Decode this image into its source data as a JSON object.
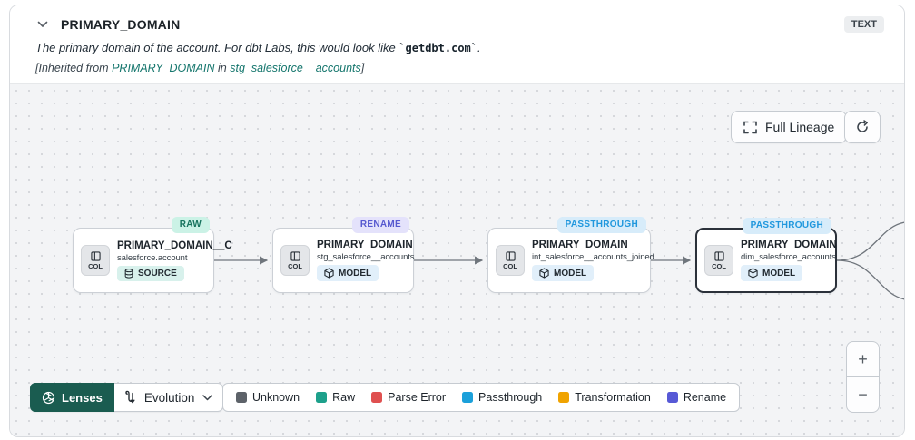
{
  "header": {
    "title": "PRIMARY_DOMAIN",
    "type_badge": "TEXT",
    "description": {
      "prefix": "The primary domain of the account. For dbt Labs, this would look like ",
      "code": "`getdbt.com`",
      "suffix": "."
    },
    "inherited": {
      "prefix": "[Inherited from ",
      "column_link": "PRIMARY_DOMAIN",
      "middle": " in ",
      "model_link": "stg_salesforce__accounts",
      "suffix": "]"
    }
  },
  "toolbar": {
    "full_lineage": "Full Lineage"
  },
  "nodes": [
    {
      "badge": "RAW",
      "badge_bg": "#cbf2e6",
      "badge_fg": "#17735e",
      "col_label": "COL",
      "title": "PRIMARY_DOMAIN__C",
      "subtitle": "salesforce.account",
      "type_label": "SOURCE",
      "type_bg": "#d8f1ec"
    },
    {
      "badge": "RENAME",
      "badge_bg": "#e4e2fb",
      "badge_fg": "#5658cf",
      "col_label": "COL",
      "title": "PRIMARY_DOMAIN",
      "subtitle": "stg_salesforce__accounts",
      "type_label": "MODEL",
      "type_bg": "#e1effa"
    },
    {
      "badge": "PASSTHROUGH",
      "badge_bg": "#d7ecfa",
      "badge_fg": "#1f97dd",
      "col_label": "COL",
      "title": "PRIMARY_DOMAIN",
      "subtitle": "int_salesforce__accounts_joined",
      "type_label": "MODEL",
      "type_bg": "#e1effa"
    },
    {
      "badge": "PASSTHROUGH",
      "badge_bg": "#d7ecfa",
      "badge_fg": "#1f97dd",
      "col_label": "COL",
      "title": "PRIMARY_DOMAIN",
      "subtitle": "dim_salesforce_accounts",
      "type_label": "MODEL",
      "type_bg": "#e1effa"
    }
  ],
  "lenses": {
    "label": "Lenses",
    "selected_lens": "Evolution"
  },
  "legend": {
    "items": [
      {
        "label": "Unknown",
        "color": "#5d6269"
      },
      {
        "label": "Raw",
        "color": "#1da08b"
      },
      {
        "label": "Parse Error",
        "color": "#df5050"
      },
      {
        "label": "Passthrough",
        "color": "#1ba0da"
      },
      {
        "label": "Transformation",
        "color": "#f0a300"
      },
      {
        "label": "Rename",
        "color": "#5759d6"
      }
    ]
  },
  "zoom_controls": {
    "zoom_in": "+",
    "zoom_out": "−"
  }
}
